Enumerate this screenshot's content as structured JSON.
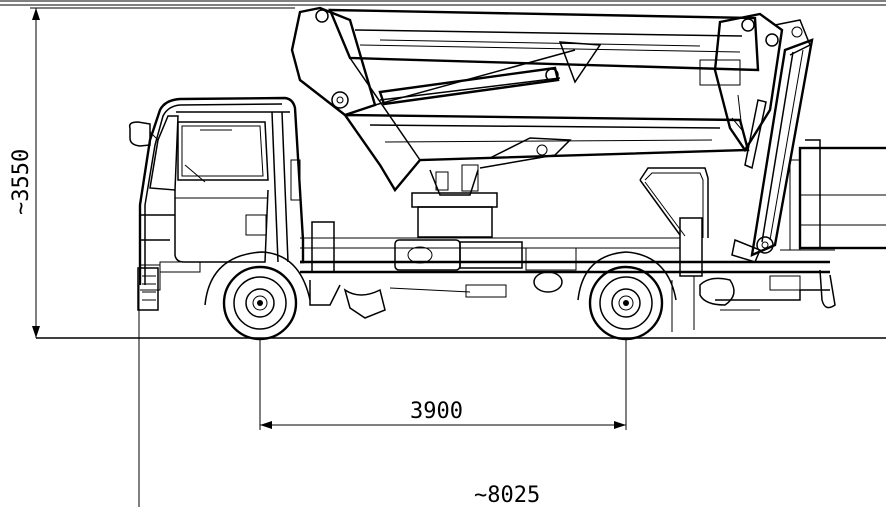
{
  "dimensions": {
    "height": "~3550",
    "wheelbase": "3900",
    "overall_length": "~8025"
  }
}
